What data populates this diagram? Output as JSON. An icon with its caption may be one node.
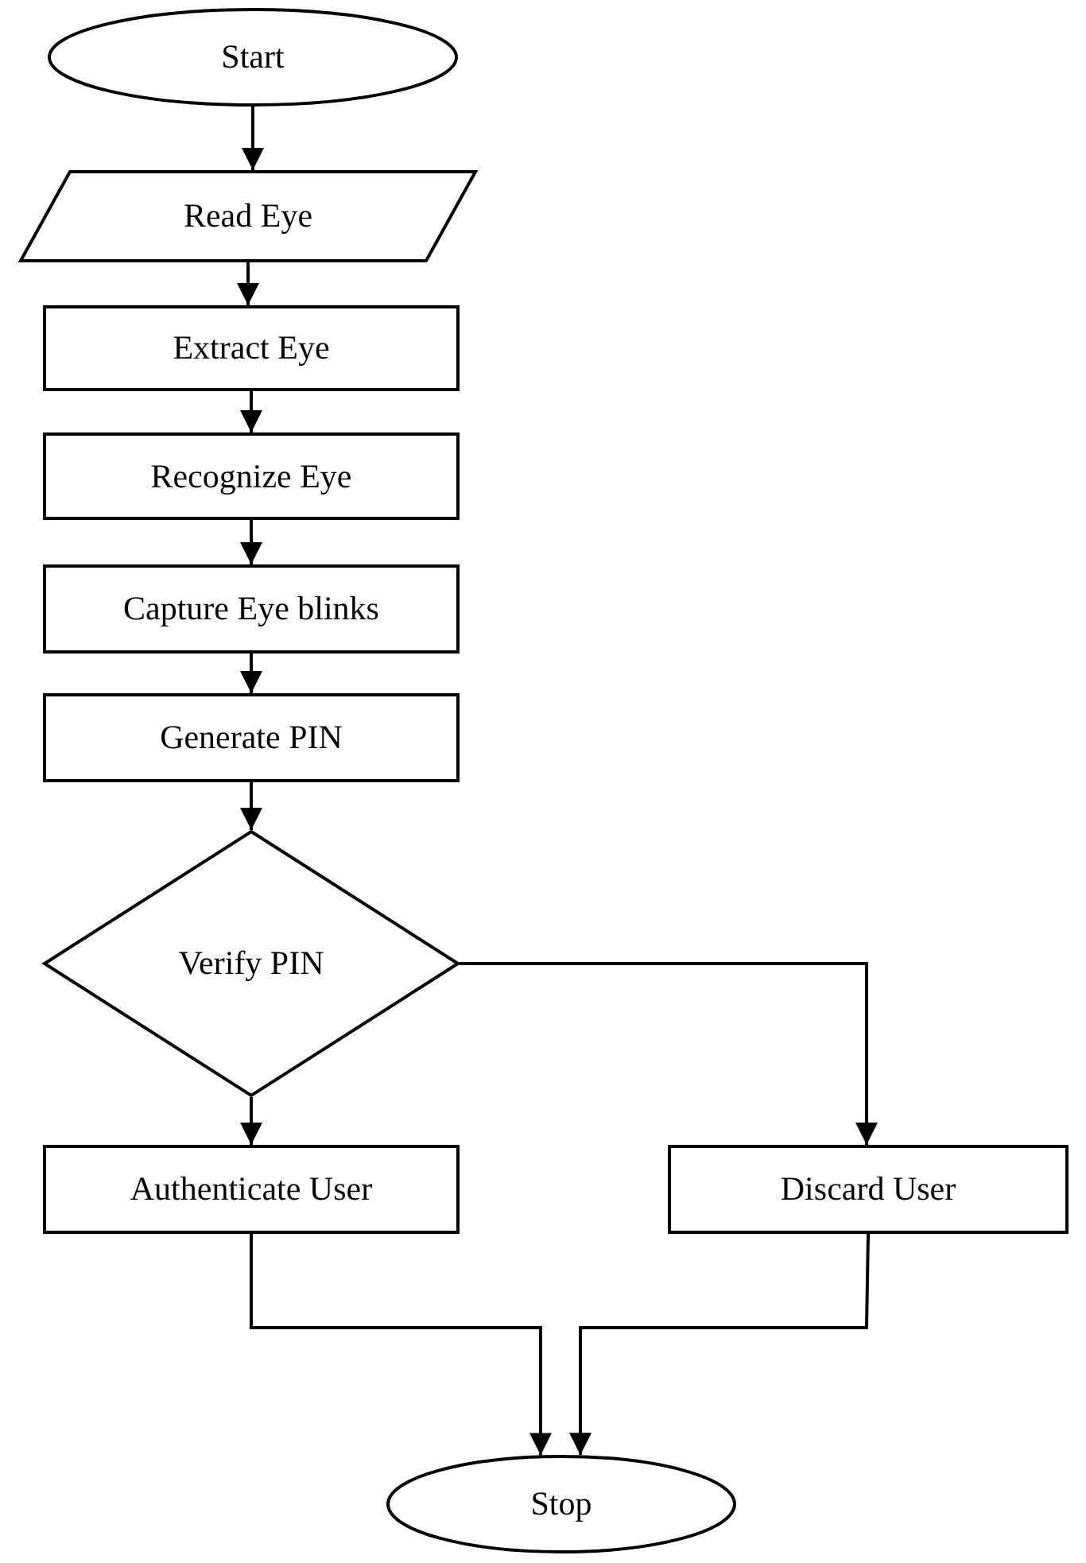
{
  "diagram": {
    "nodes": [
      {
        "text": [
          "Start"
        ]
      },
      {
        "text": [
          "Read Eye"
        ]
      },
      {
        "text": [
          "Extract Eye"
        ]
      },
      {
        "text": [
          "Recognize Eye"
        ]
      },
      {
        "text": [
          "Capture Eye blinks"
        ]
      },
      {
        "text": [
          "Generate PIN"
        ]
      },
      {
        "text": [
          "Verify PIN"
        ]
      },
      {
        "text": [
          "Authenticate User"
        ]
      },
      {
        "text": [
          "Discard User"
        ]
      },
      {
        "text": [
          "Stop"
        ]
      }
    ],
    "edges": [
      {
        "from": 0,
        "to": 1,
        "arrow": "to"
      },
      {
        "from": 1,
        "to": 2,
        "arrow": "to"
      },
      {
        "from": 2,
        "to": 3,
        "arrow": "to"
      },
      {
        "from": 3,
        "to": 4,
        "arrow": "to"
      },
      {
        "from": 4,
        "to": 5,
        "arrow": "to"
      },
      {
        "from": 5,
        "to": 6,
        "arrow": "to"
      },
      {
        "from": 6,
        "to": 7,
        "arrow": "to"
      },
      {
        "from": 6,
        "to": 8,
        "arrow": "to"
      },
      {
        "from": 7,
        "to": 9,
        "arrow": "to"
      },
      {
        "from": 8,
        "to": 9,
        "arrow": "to"
      }
    ]
  }
}
